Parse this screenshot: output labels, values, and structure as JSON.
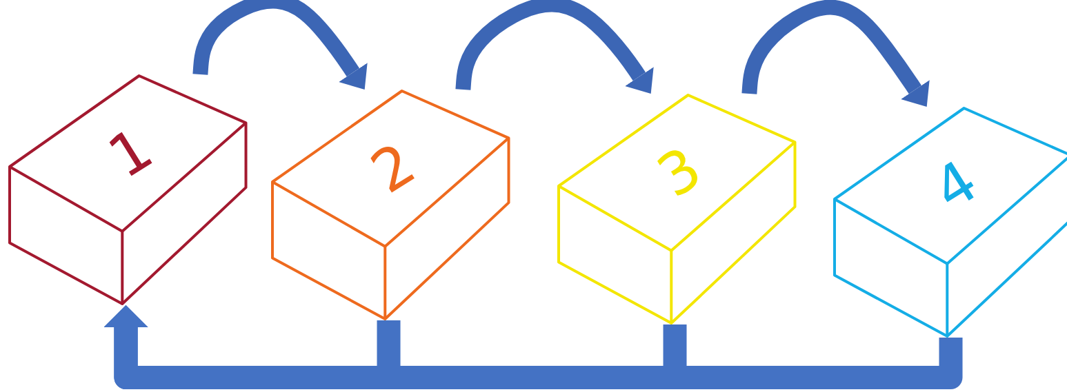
{
  "diagram": {
    "nodes": [
      {
        "text": [
          "1"
        ]
      },
      {
        "text": [
          "2"
        ]
      },
      {
        "text": [
          "3"
        ]
      },
      {
        "text": [
          "4"
        ]
      }
    ],
    "edges": [
      {
        "from": 0,
        "to": 1,
        "arrow": "to"
      },
      {
        "from": 1,
        "to": 2,
        "arrow": "to"
      },
      {
        "from": 2,
        "to": 3,
        "arrow": "to"
      },
      {
        "from": 1,
        "to": 0,
        "arrow": "to"
      },
      {
        "from": 2,
        "to": 0,
        "arrow": "to"
      },
      {
        "from": 3,
        "to": 0,
        "arrow": "to"
      }
    ]
  }
}
